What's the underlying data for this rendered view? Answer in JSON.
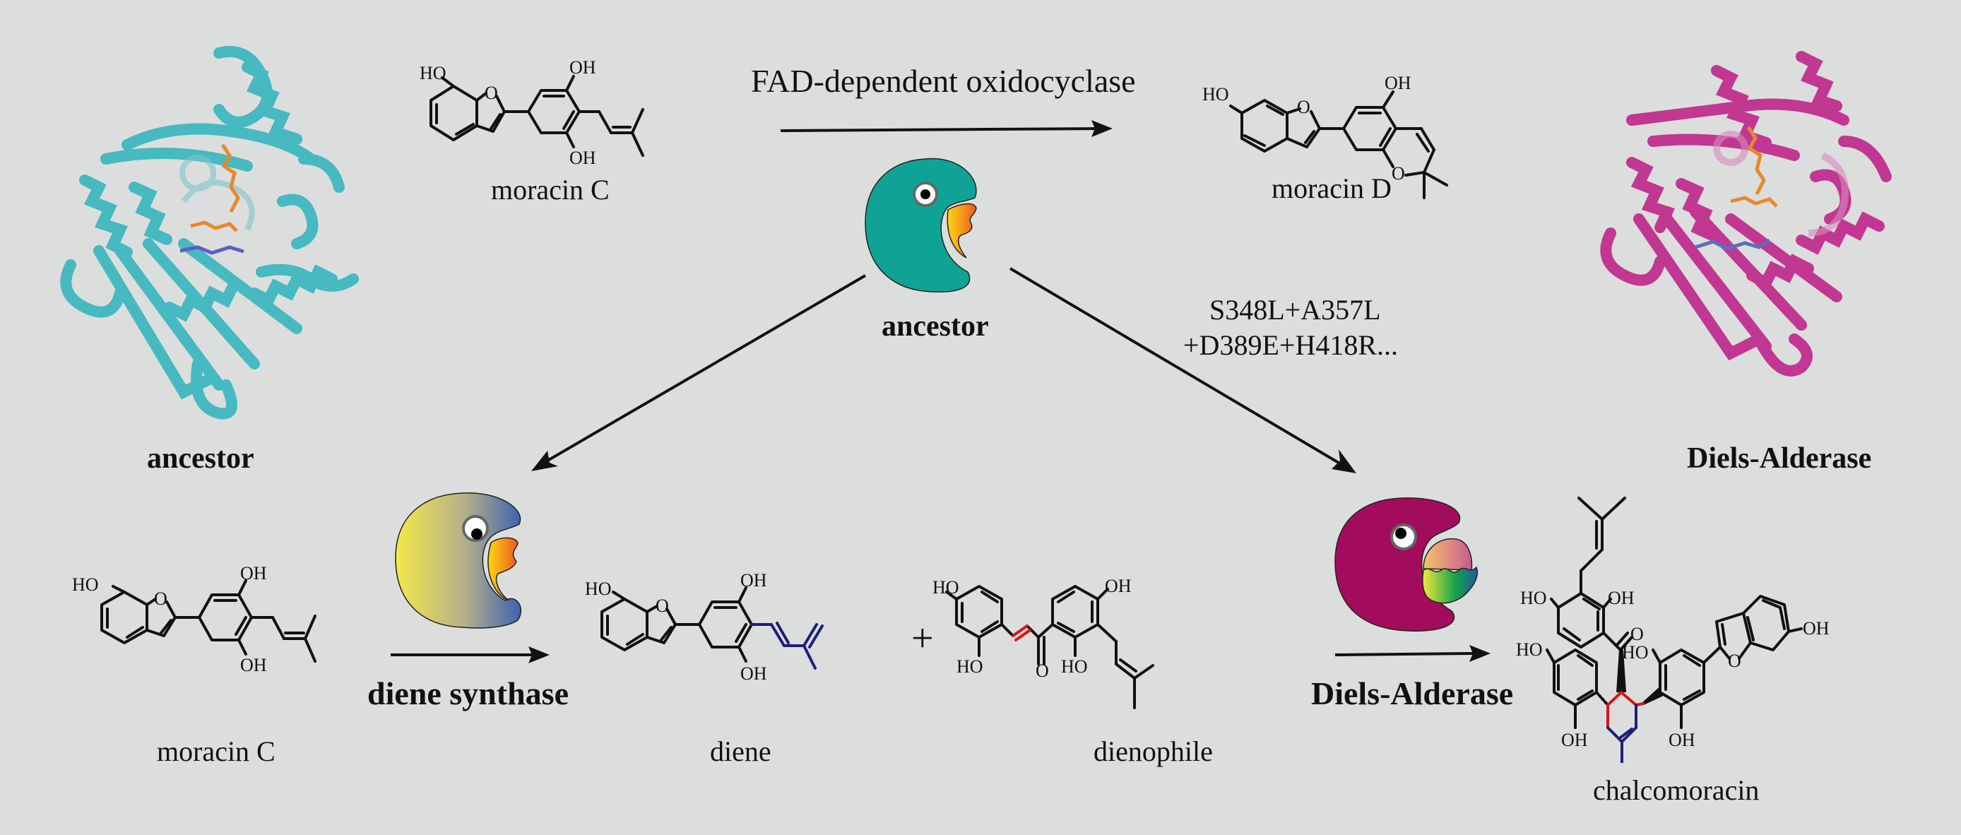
{
  "figure": {
    "background": "#dcdedd",
    "proteins": {
      "ancestor": {
        "label": "ancestor",
        "color": "#3fb8c0",
        "ligand_colors": [
          "#e8892a",
          "#5b5fc4"
        ]
      },
      "diels_alderase": {
        "label": "Diels-Alderase",
        "color": "#c02f8f",
        "ligand_colors": [
          "#e8892a",
          "#5b70b8"
        ]
      }
    },
    "enzymes": {
      "ancestor": {
        "label": "ancestor",
        "body_color": "#0fa396",
        "beak_colors": [
          "#ffd60e",
          "#ec5a24"
        ]
      },
      "diene_synthase": {
        "label": "diene synthase",
        "body_colors": [
          "#f3e84a",
          "#3f62b0"
        ],
        "beak_colors": [
          "#ffd60e",
          "#ec5a24"
        ]
      },
      "diels_alderase": {
        "label": "Diels-Alderase",
        "body_color": "#a30c5c",
        "beak_top_colors": [
          "#f5c46a",
          "#c85a93"
        ],
        "beak_bottom_colors": [
          "#f1ea3c",
          "#16a04a",
          "#1f5a9e"
        ]
      }
    },
    "top_reaction": {
      "substrate": "moracin C",
      "enzyme_label": "FAD-dependent oxidocyclase",
      "product": "moracin D"
    },
    "mutations": [
      "S348L+A357L",
      "+D389E+H418R..."
    ],
    "bottom_reaction": {
      "substrate": "moracin C",
      "step1_enzyme": "diene synthase",
      "diene": "diene",
      "plus": "+",
      "dienophile": "dienophile",
      "step2_enzyme": "Diels-Alderase",
      "product": "chalcomoracin"
    },
    "atoms": {
      "HO": "HO",
      "OH": "OH",
      "O": "O"
    },
    "highlight_colors": {
      "diene_bonds": "#1e1f7a",
      "dienophile_bond": "#d6141a"
    }
  }
}
